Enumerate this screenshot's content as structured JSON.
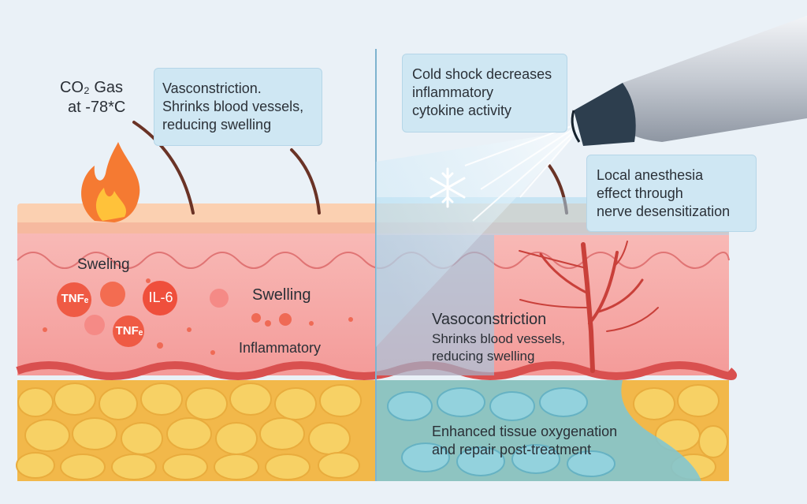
{
  "left": {
    "gas_label": {
      "co2": "CO₂ Gas",
      "temp": "at -78*C"
    },
    "callout": [
      "Vasconstriction.",
      "Shrinks blood vessels,",
      "reducing swelling"
    ],
    "sweling": "Sweling",
    "swelling": "Swelling",
    "inflammatory": "Inflammatory",
    "markers": {
      "tnf1": "TNFₑ",
      "il6": "IL-6",
      "tnf2": "TNFₑ"
    }
  },
  "right": {
    "callout_top": [
      "Cold shock decreases",
      "inflammatory",
      "cytokine activity"
    ],
    "callout_right": [
      "Local anesthesia",
      "effect through",
      "nerve desensitization"
    ],
    "vaso_title": "Vasoconstriction",
    "vaso_lines": [
      "Shrinks blood vessels,",
      "reducing swelling"
    ],
    "fat_lines": [
      "Enhanced tissue oxygenation",
      "and repair post-treatment"
    ]
  },
  "icons": [
    "flame-icon",
    "snowflake-icon",
    "cryo-nozzle-icon"
  ],
  "colors": {
    "skin": "#f7a9a8",
    "fat": "#f5cc5c",
    "cold_blue": "#8fd0ef",
    "vessel": "#c9403a"
  }
}
